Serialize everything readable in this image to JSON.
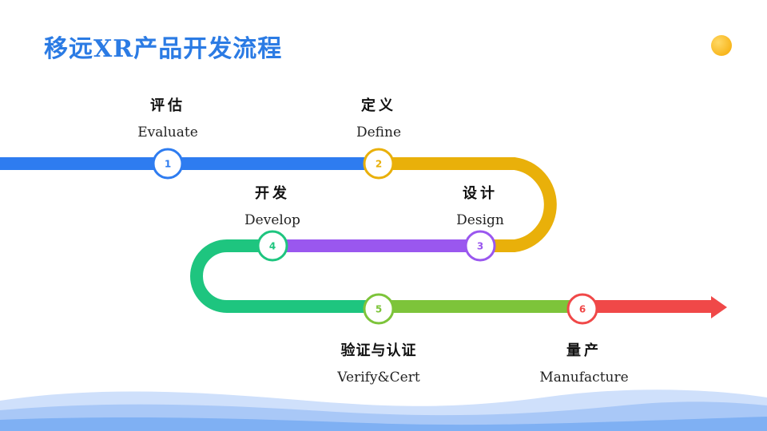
{
  "title": "移远XR产品开发流程",
  "colors": {
    "title": "#2b7be4",
    "step1": "#2e7cf0",
    "step2": "#e9b00a",
    "step3": "#9a57ef",
    "step4": "#1ec57f",
    "step5": "#7dc43a",
    "step6": "#f04848"
  },
  "steps": [
    {
      "num": "1",
      "cn": "评估",
      "en": "Evaluate"
    },
    {
      "num": "2",
      "cn": "定义",
      "en": "Define"
    },
    {
      "num": "3",
      "cn": "设计",
      "en": "Design"
    },
    {
      "num": "4",
      "cn": "开发",
      "en": "Develop"
    },
    {
      "num": "5",
      "cn": "验证与认证",
      "en": "Verify&Cert"
    },
    {
      "num": "6",
      "cn": "量产",
      "en": "Manufacture"
    }
  ]
}
